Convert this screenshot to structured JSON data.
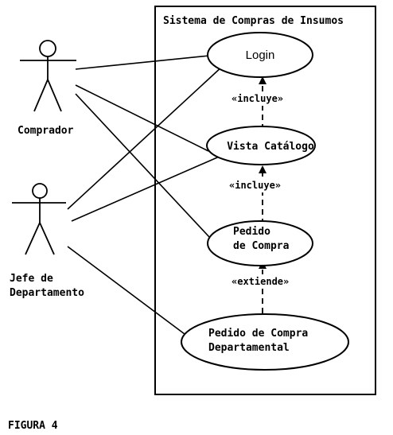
{
  "system": {
    "title": "Sistema de Compras de Insumos"
  },
  "actors": {
    "comprador": "Comprador",
    "jefe_line1": "Jefe de",
    "jefe_line2": "Departamento"
  },
  "use_cases": {
    "login": "Login",
    "vista_catalogo": "Vista Catálogo",
    "pedido_compra_line1": "Pedido",
    "pedido_compra_line2": "de Compra",
    "pedido_departamental_line1": "Pedido de Compra",
    "pedido_departamental_line2": "Departamental"
  },
  "relations": {
    "incluye_1": "«incluye»",
    "incluye_2": "«incluye»",
    "extiende": "«extiende»"
  },
  "caption": "FIGURA 4"
}
